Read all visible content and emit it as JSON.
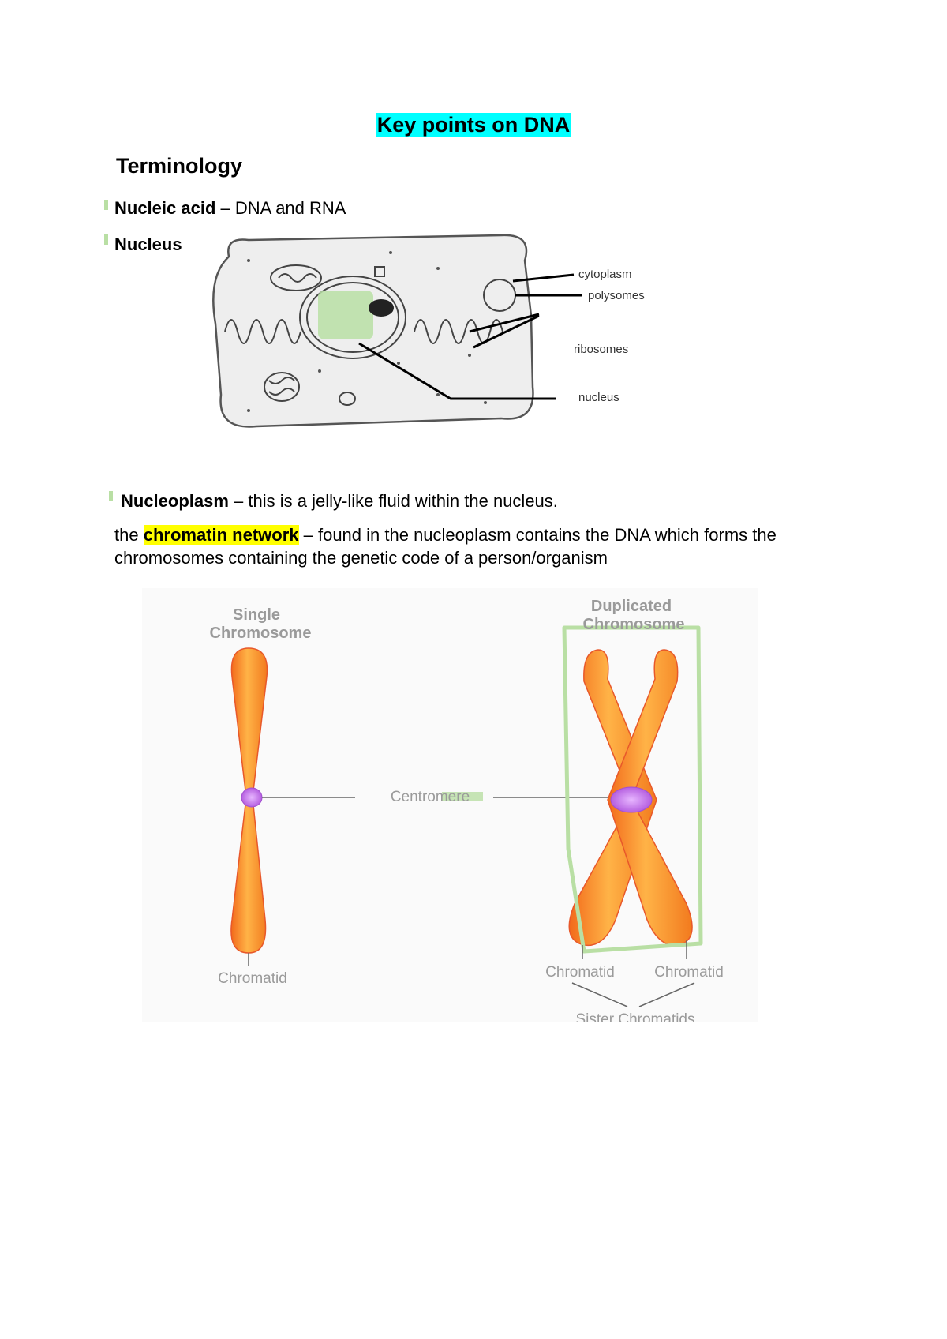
{
  "title": "Key points on DNA",
  "heading": "Terminology",
  "items": [
    {
      "term": "Nucleic acid",
      "text": " – DNA and RNA"
    },
    {
      "term": "Nucleus",
      "text": ""
    },
    {
      "term": "Nucleoplasm",
      "text": " – this is a jelly-like fluid within the nucleus."
    }
  ],
  "chromatin": {
    "before": "the ",
    "highlight": "chromatin network",
    "after": " – found in the nucleoplasm contains the DNA which forms the chromosomes containing the genetic code of a person/organism"
  },
  "cell_diagram": {
    "labels": [
      "cytoplasm",
      "polysomes",
      "ribosomes",
      "nucleus"
    ]
  },
  "chromosome_diagram": {
    "single_title": [
      "Single",
      "Chromosome"
    ],
    "duplicated_title": [
      "Duplicated",
      "Chromosome"
    ],
    "centromere": "Centromere",
    "chromatid": "Chromatid",
    "sister": "Sister Chromatids"
  },
  "colors": {
    "title_highlight": "#00ffff",
    "term_highlight": "#ffff00",
    "green_annotation": "#b9dfa4",
    "chromosome_orange": "#f7921e",
    "centromere_purple": "#c77ce8"
  }
}
